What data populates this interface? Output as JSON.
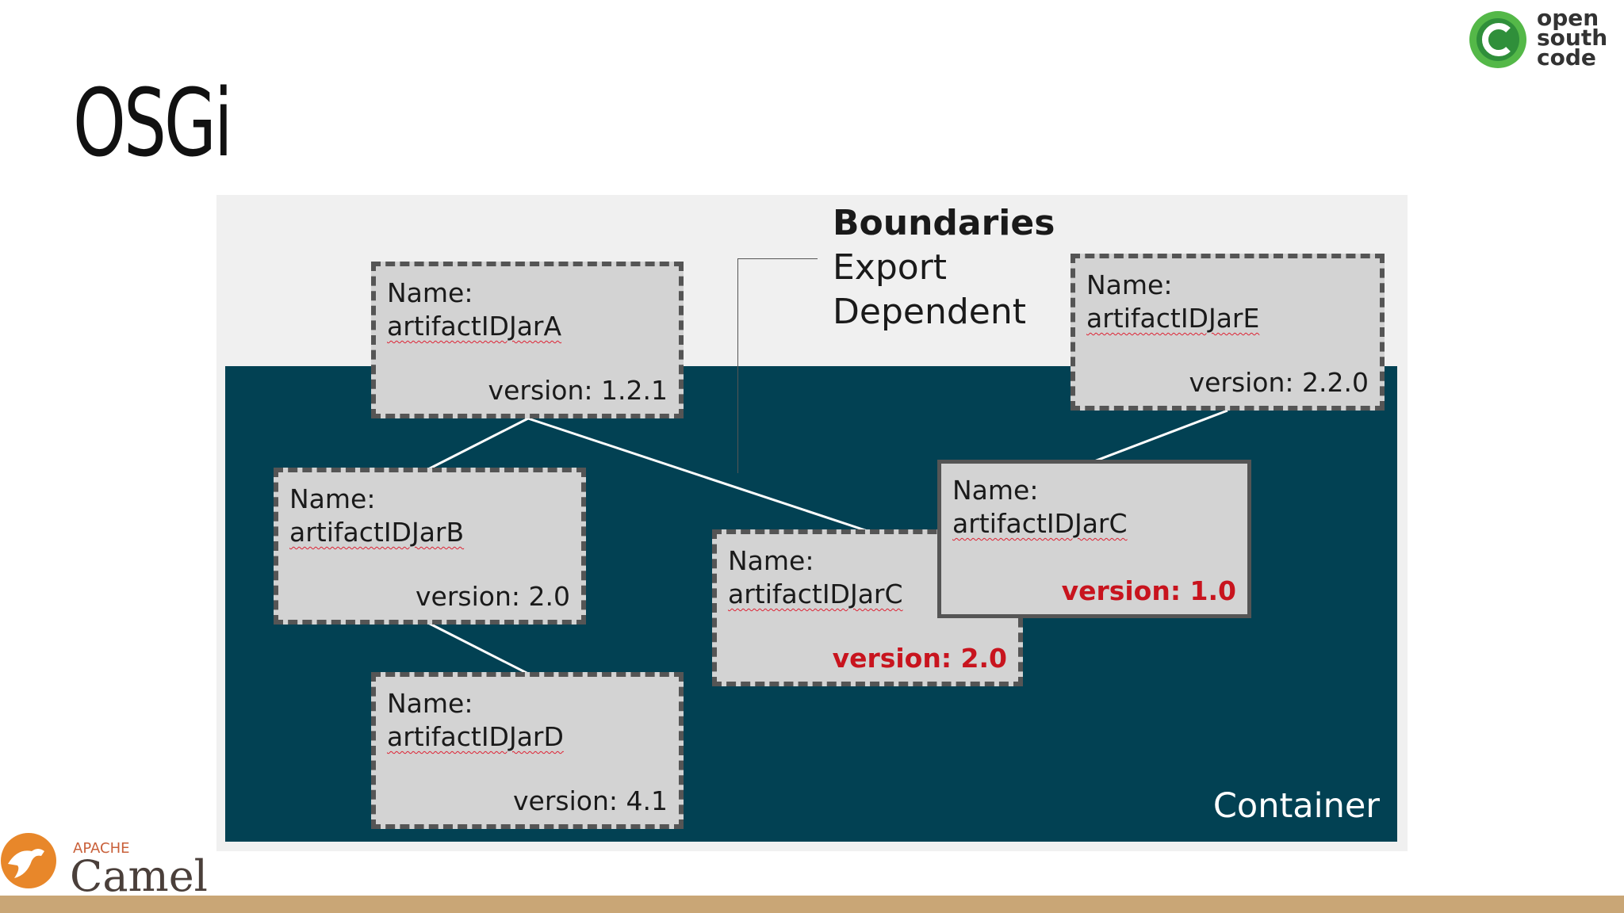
{
  "slide": {
    "title": "OSGi"
  },
  "legend": {
    "line1": "Boundaries",
    "line2": "Export",
    "line3": "Dependent"
  },
  "container": {
    "label": "Container"
  },
  "bundles": [
    {
      "name_label": "Name:",
      "artifact": "artifactIDJarA",
      "version": "version: 1.2.1"
    },
    {
      "name_label": "Name:",
      "artifact": "artifactIDJarB",
      "version": "version: 2.0"
    },
    {
      "name_label": "Name:",
      "artifact": "artifactIDJarC",
      "version": "version: 2.0"
    },
    {
      "name_label": "Name:",
      "artifact": "artifactIDJarC",
      "version": "version: 1.0"
    },
    {
      "name_label": "Name:",
      "artifact": "artifactIDJarD",
      "version": "version: 4.1"
    },
    {
      "name_label": "Name:",
      "artifact": "artifactIDJarE",
      "version": "version: 2.2.0"
    }
  ],
  "logos": {
    "osc_line1": "open",
    "osc_line2": "south",
    "osc_line3": "code",
    "apache": "APACHE",
    "camel": "Camel"
  },
  "colors": {
    "container": "#024153",
    "conflict": "#c8141e",
    "footer": "#c9a676"
  }
}
